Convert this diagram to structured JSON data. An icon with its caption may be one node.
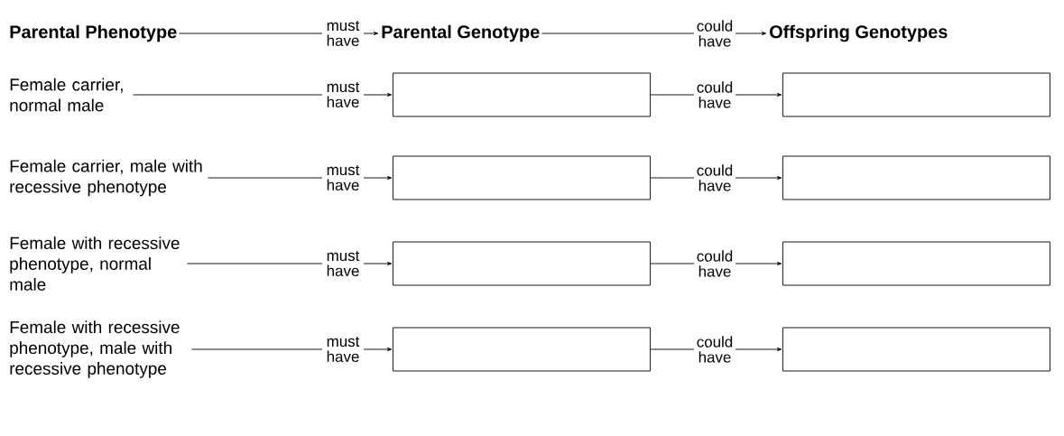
{
  "diagram": {
    "nodes": [
      {
        "text": [
          "Parental Phenotype"
        ]
      },
      {
        "text": [
          "Parental Genotype"
        ]
      },
      {
        "text": [
          "Offspring Genotypes"
        ]
      },
      {
        "text": [
          "Female carrier, normal male"
        ]
      },
      {
        "text": [],
        "shape": "box"
      },
      {
        "text": [],
        "shape": "box"
      },
      {
        "text": [
          "Female carrier, male with recessive phenotype"
        ]
      },
      {
        "text": [],
        "shape": "box"
      },
      {
        "text": [],
        "shape": "box"
      },
      {
        "text": [
          "Female with recessive phenotype, normal male"
        ]
      },
      {
        "text": [],
        "shape": "box"
      },
      {
        "text": [],
        "shape": "box"
      },
      {
        "text": [
          "Female with recessive phenotype, male with recessive phenotype"
        ]
      },
      {
        "text": [],
        "shape": "box"
      },
      {
        "text": [],
        "shape": "box"
      }
    ],
    "edges": [
      {
        "from": 0,
        "to": 1,
        "label": "must have",
        "arrow": "to"
      },
      {
        "from": 1,
        "to": 2,
        "label": "could have",
        "arrow": "to"
      },
      {
        "from": 3,
        "to": 4,
        "label": "must have",
        "arrow": "to"
      },
      {
        "from": 4,
        "to": 5,
        "label": "could have",
        "arrow": "to"
      },
      {
        "from": 6,
        "to": 7,
        "label": "must have",
        "arrow": "to"
      },
      {
        "from": 7,
        "to": 8,
        "label": "could have",
        "arrow": "to"
      },
      {
        "from": 9,
        "to": 10,
        "label": "must have",
        "arrow": "to"
      },
      {
        "from": 10,
        "to": 11,
        "label": "could have",
        "arrow": "to"
      },
      {
        "from": 12,
        "to": 13,
        "label": "must have",
        "arrow": "to"
      },
      {
        "from": 13,
        "to": 14,
        "label": "could have",
        "arrow": "to"
      }
    ]
  }
}
